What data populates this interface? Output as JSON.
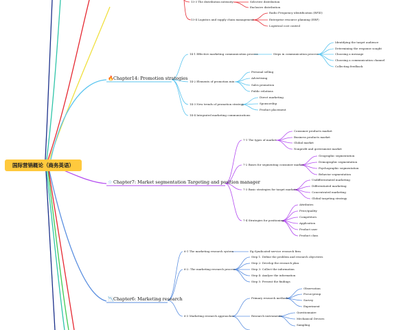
{
  "root": "国际营销概论（商务英语）",
  "colors": {
    "promotion": "#58c4ef",
    "segmentation": "#b34bf0",
    "research": "#5b8fe0",
    "red": "#e5262f",
    "green": "#3ec94f"
  },
  "top": {
    "s133": "13-3 The distribution intensity",
    "s133_items": [
      "Selective distribution",
      "Exclusive distribution"
    ],
    "s134": "13-4 Logistics and supply chain management",
    "s134_items": [
      "Radio Frequency identification (RFID)",
      "Enterprise resource planning (ERP)",
      "Logistical cost control"
    ]
  },
  "ch14": {
    "title": "Chapter14: Promotion strategies",
    "s1": "14-1 Effective marketing communication process",
    "s1_sub": "Steps in communication process",
    "s1_steps": [
      "Identifying the target audience",
      "Determining the response sought",
      "Choosing a message",
      "Choosing a communication channel",
      "Collecting feedback"
    ],
    "s2": "14-2 Elements of promotion mix",
    "s2_items": [
      "Personal selling",
      "Advertising",
      "Sales promotion",
      "Public relations"
    ],
    "s3": "14-3 New trends of promotion strategy",
    "s3_items": [
      "Direct marketing",
      "Sponsorship",
      "Product placement"
    ],
    "s4": "14-4 Integrated marketing communications"
  },
  "ch7": {
    "title": "Chapter7: Market segmentation Targeting and position manager",
    "s1": "7-1 The types of market",
    "s1_items": [
      "Consumer products market",
      "Business products market",
      "Global market",
      "Nonprofit and government market"
    ],
    "s2": "7-2 Bases for segmenting consumer market",
    "s2_items": [
      "Geographic segmentation",
      "Demographic segmentation",
      "Psychographic segmentation",
      "Behavior segmentation"
    ],
    "s3": "7-3 Basic strategies for target markets",
    "s3_items": [
      "Undifferentiated marketing",
      "Differentiated marketing",
      "Concentrated marketing",
      "Global targeting strategy"
    ],
    "s4": "7-4 Strategies for positioning",
    "s4_items": [
      "Attributes",
      "Price/quality",
      "Competitors",
      "Application",
      "Product user",
      "Product class"
    ]
  },
  "ch6": {
    "title": "Chapter6: Marketing research",
    "s1": "6-1 The marketing research system",
    "s1_item": "Eg:Syndicated-service research firm",
    "s2": "6-2: The marketing research process",
    "s2_steps": [
      "Step 1: Define the problem and research objectives",
      "Step 2: Develop the research plan",
      "Step 3: Collect the information",
      "Step 4: Analyze the information",
      "Step 5: Present the findings"
    ],
    "s3": "6-3 Marketing research approaches",
    "s3_a": "Primary research methods",
    "s3_a_items": [
      "Observation",
      "Focus-group",
      "Survey",
      "Experiment"
    ],
    "s3_b": "Research instruments",
    "s3_b_items": [
      "Questionnaire",
      "Mechanical Devices"
    ],
    "s3_c_item": "Sampling"
  }
}
